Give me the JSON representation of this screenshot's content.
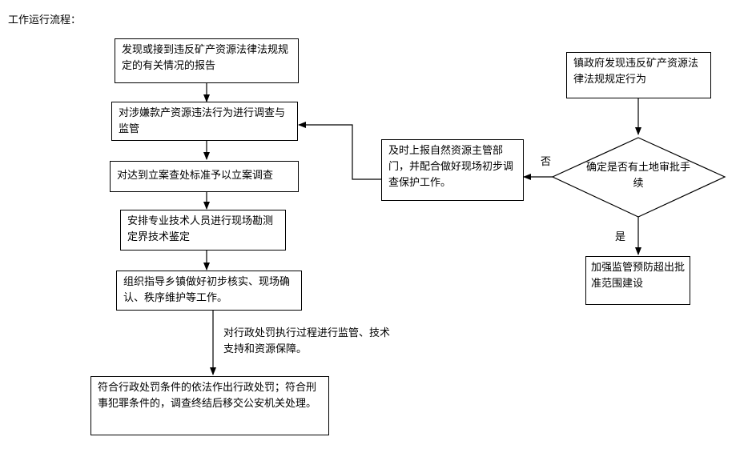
{
  "title": "工作运行流程：",
  "left_flow": {
    "step1": "发现或接到违反矿产资源法律法规规定的有关情况的报告",
    "step2": "对涉嫌款产资源违法行为进行调查与监管",
    "step3": "对达到立案查处标准予以立案调查",
    "step4": "安排专业技术人员进行现场勘测定界技术鉴定",
    "step5": "组织指导乡镇做好初步核实、现场确认、秩序维护等工作。",
    "step5_note": "对行政处罚执行过程进行监管、技术支持和资源保障。",
    "step6": "符合行政处罚条件的依法作出行政处罚；符合刑事犯罪条件的，调查终结后移交公安机关处理。"
  },
  "right_flow": {
    "start": "镇政府发现违反矿产资源法律法规规定行为",
    "decision": "确定是否有土地审批手续",
    "no_label": "否",
    "yes_label": "是",
    "no_action": "及时上报自然资源主管部门，并配合做好现场初步调查保护工作。",
    "yes_action": "加强监管预防超出批准范围建设"
  }
}
